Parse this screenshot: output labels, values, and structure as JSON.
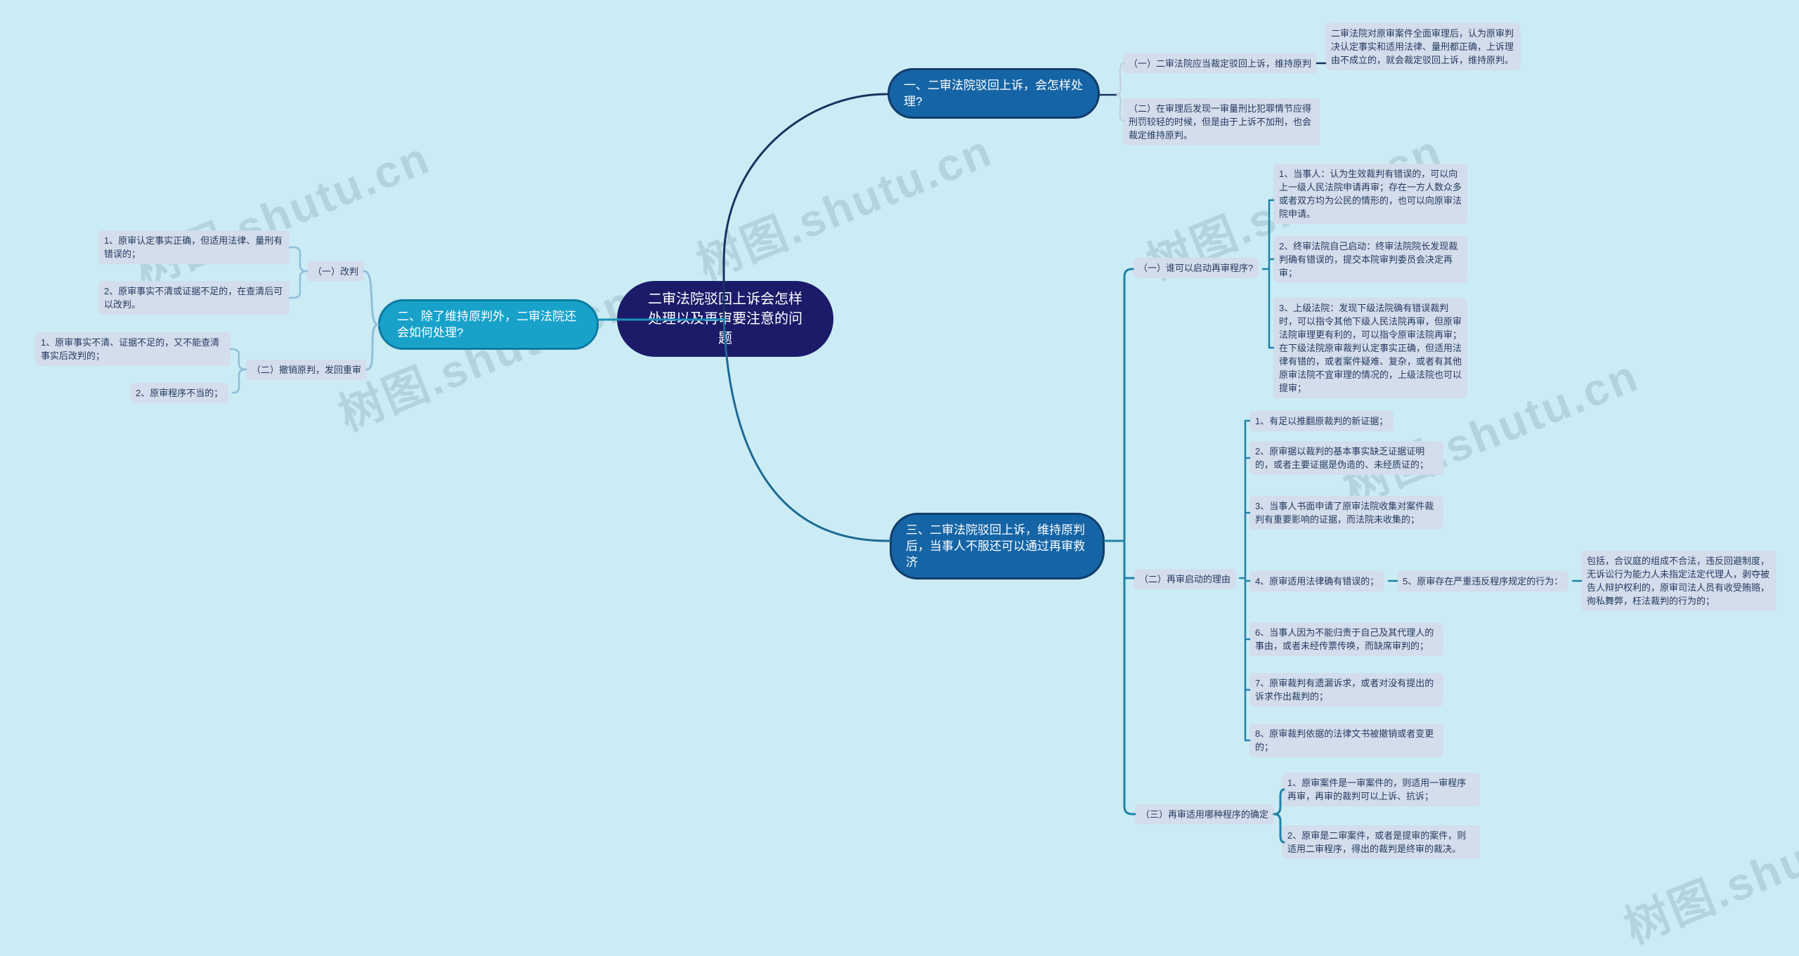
{
  "watermark": {
    "text": "树图.shutu.cn"
  },
  "colors": {
    "background": "#cbecf5",
    "root_fill": "#1b1b69",
    "primary_fill": "#1565a6",
    "primary_border": "#113c6b",
    "secondary_fill": "#18a2ca",
    "secondary_border": "#0e7ba1",
    "box_fill": "#d3ddeb",
    "box_text": "#263a61",
    "edge_navy": "#17335e",
    "edge_teal": "#2182a5",
    "edge_teal_dark": "#1c6a92",
    "edge_cyan": "#1b90ba",
    "edge_lightblue": "#8fbfda",
    "edge_lightgray": "#c3d0dc"
  },
  "root": {
    "label": "二审法院驳回上诉会怎样处理以及再审要注意的问题"
  },
  "branch_one": {
    "label": "一、二审法院驳回上诉，会怎样处理?",
    "children": [
      {
        "label": "（一）二审法院应当裁定驳回上诉，维持原判",
        "note": "二审法院对原审案件全面审理后，认为原审判决认定事实和适用法律、量刑都正确，上诉理由不成立的，就会裁定驳回上诉，维持原判。"
      },
      {
        "label": "（二）在审理后发现一审量刑比犯罪情节应得刑罚较轻的时候，但是由于上诉不加刑，也会裁定维持原判。"
      }
    ]
  },
  "branch_two": {
    "label": "二、除了维持原判外，二审法院还会如何处理?",
    "children": [
      {
        "label": "（一）改判",
        "items": [
          "1、原审认定事实正确，但适用法律、量刑有错误的；",
          "2、原审事实不清或证据不足的，在查清后可以改判。"
        ]
      },
      {
        "label": "（二）撤销原判，发回重审",
        "items": [
          "1、原审事实不清、证据不足的，又不能查清事实后改判的；",
          "2、原审程序不当的；"
        ]
      }
    ]
  },
  "branch_three": {
    "label": "三、二审法院驳回上诉，维持原判后，当事人不服还可以通过再审救济",
    "children": [
      {
        "label": "（一）谁可以启动再审程序?",
        "items": [
          "1、当事人：认为生效裁判有错误的，可以向上一级人民法院申请再审；存在一方人数众多或者双方均为公民的情形的，也可以向原审法院申请。",
          "2、终审法院自己启动：终审法院院长发现裁判确有错误的，提交本院审判委员会决定再审；",
          "3、上级法院：发现下级法院确有错误裁判时，可以指令其他下级人民法院再审，但原审法院审理更有利的，可以指令原审法院再审；在下级法院原审裁判认定事实正确，但适用法律有错的，或者案件疑难、复杂，或者有其他原审法院不宜审理的情况的，上级法院也可以提审；"
        ]
      },
      {
        "label": "（二）再审启动的理由",
        "items": [
          "1、有足以推翻原裁判的新证据；",
          "2、原审据以裁判的基本事实缺乏证据证明的，或者主要证据是伪造的、未经质证的；",
          "3、当事人书面申请了原审法院收集对案件裁判有重要影响的证据，而法院未收集的；",
          "4、原审适用法律确有错误的；",
          "5、原审存在严重违反程序规定的行为：",
          "6、当事人因为不能归责于自己及其代理人的事由，或者未经传票传唤，而缺席审判的；",
          "7、原审裁判有遗漏诉求，或者对没有提出的诉求作出裁判的；",
          "8、原审裁判依据的法律文书被撤销或者变更的；"
        ],
        "note": "包括，合议庭的组成不合法，违反回避制度，无诉讼行为能力人未指定法定代理人，剥夺被告人辩护权利的，原审司法人员有收受贿赂，徇私舞弊，枉法裁判的行为的；"
      },
      {
        "label": "（三）再审适用哪种程序的确定",
        "items": [
          "1、原审案件是一审案件的，则适用一审程序再审，再审的裁判可以上诉、抗诉；",
          "2、原审是二审案件，或者是提审的案件，则适用二审程序，得出的裁判是终审的裁决。"
        ]
      }
    ]
  }
}
